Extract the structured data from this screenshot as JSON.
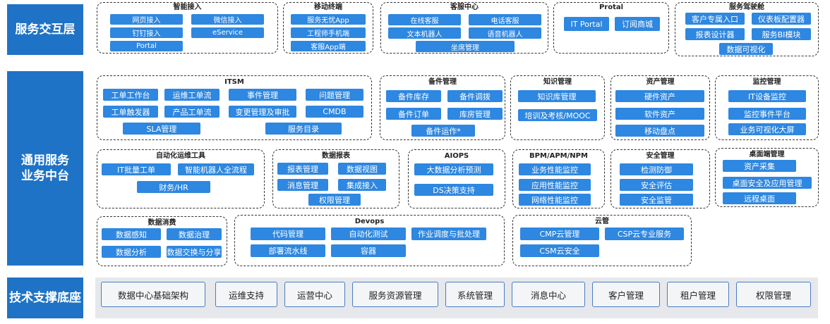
{
  "layers": {
    "interaction": "服务交互层",
    "middle": "通用服务\n业务中台",
    "tech": "技术支撑底座"
  },
  "groups": {
    "smart_access": {
      "title": "智能接入",
      "items": [
        "网页接入",
        "微信接入",
        "钉钉接入",
        "eService",
        "Portal"
      ]
    },
    "mobile": {
      "title": "移动终端",
      "items": [
        "服务无忧App",
        "工程师手机端",
        "客服App端"
      ]
    },
    "cs_center": {
      "title": "客服中心",
      "items": [
        "在线客服",
        "电话客服",
        "文本机器人",
        "语音机器人",
        "坐席管理"
      ]
    },
    "portal": {
      "title": "Protal",
      "items": [
        "IT Portal",
        "订阅商城"
      ]
    },
    "cockpit": {
      "title": "服务驾驶舱",
      "items": [
        "客户专属入口",
        "仪表板配置器",
        "报表设计器",
        "服务BI模块",
        "数据可视化"
      ]
    },
    "itsm": {
      "title": "ITSM",
      "items": [
        "工单工作台",
        "运维工单流",
        "事件管理",
        "问题管理",
        "工单触发器",
        "产品工单流",
        "变更管理及审批",
        "CMDB",
        "SLA管理",
        "服务目录"
      ]
    },
    "spare": {
      "title": "备件管理",
      "items": [
        "备件库存",
        "备件调拨",
        "备件订单",
        "库房管理",
        "备件运作*"
      ]
    },
    "knowledge": {
      "title": "知识管理",
      "items": [
        "知识库管理",
        "培训及考核/MOOC"
      ]
    },
    "asset": {
      "title": "资产管理",
      "items": [
        "硬件资产",
        "软件资产",
        "移动盘点"
      ]
    },
    "monitor": {
      "title": "监控管理",
      "items": [
        "IT设备监控",
        "监控事件平台",
        "业务可视化大屏"
      ]
    },
    "auto_ops": {
      "title": "自动化运维工具",
      "items": [
        "IT批量工单",
        "智能机器人全流程",
        "财务/HR"
      ]
    },
    "report": {
      "title": "数据报表",
      "items": [
        "报表管理",
        "数据视图",
        "消息管理",
        "集成接入",
        "权限管理"
      ]
    },
    "aiops": {
      "title": "AIOPS",
      "items": [
        "大数据分析预测",
        "DS决策支持"
      ]
    },
    "bpm": {
      "title": "BPM/APM/NPM",
      "items": [
        "业务性能监控",
        "应用性能监控",
        "网络性能监控"
      ]
    },
    "security": {
      "title": "安全管理",
      "items": [
        "检测防御",
        "安全评估",
        "安全监管"
      ]
    },
    "desktop": {
      "title": "桌面端管理",
      "items": [
        "资产采集",
        "桌面安全及应用管理",
        "远程桌面"
      ]
    },
    "consume": {
      "title": "数据消费",
      "items": [
        "数据感知",
        "数据治理",
        "数据分析",
        "数据交换与分享"
      ]
    },
    "devops": {
      "title": "Devops",
      "items": [
        "代码管理",
        "自动化测试",
        "作业调度与批处理",
        "部署流水线",
        "容器"
      ]
    },
    "cloud": {
      "title": "云管",
      "items": [
        "CMP云管理",
        "CSP云专业服务",
        "CSM云安全"
      ]
    }
  },
  "tech_items": [
    "数据中心基础架构",
    "运维支持",
    "运营中心",
    "服务资源管理",
    "系统管理",
    "消息中心",
    "客户管理",
    "租户管理",
    "权限管理"
  ]
}
